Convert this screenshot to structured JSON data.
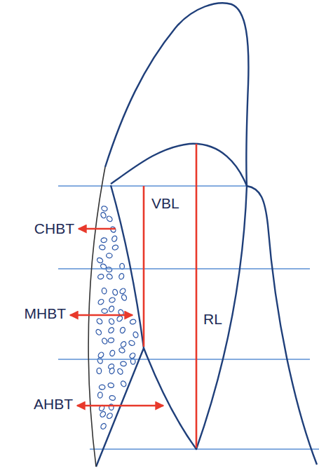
{
  "diagram": {
    "labels": [
      "VBL",
      "CHBT",
      "MHBT",
      "RL",
      "AHBT"
    ]
  }
}
